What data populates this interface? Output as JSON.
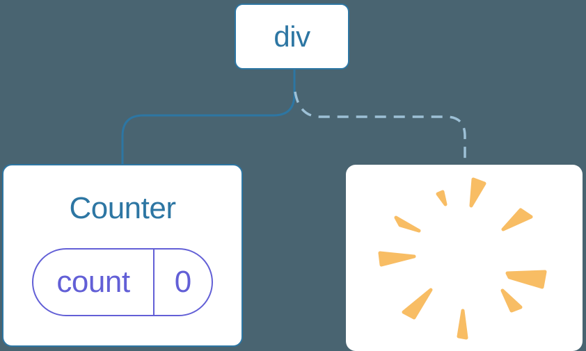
{
  "colors": {
    "background": "#496471",
    "card_bg": "#FFFFFF",
    "node_accent": "#2D76A3",
    "dashed_accent": "#9DC0D6",
    "state_accent": "#625FD6",
    "poof_accent": "#F8BD64"
  },
  "tree": {
    "root_node": {
      "label": "div"
    },
    "counter_node": {
      "title": "Counter",
      "state_pill": {
        "key": "count",
        "value": "0"
      }
    },
    "removed_node": {
      "icon": "poof-burst"
    }
  }
}
